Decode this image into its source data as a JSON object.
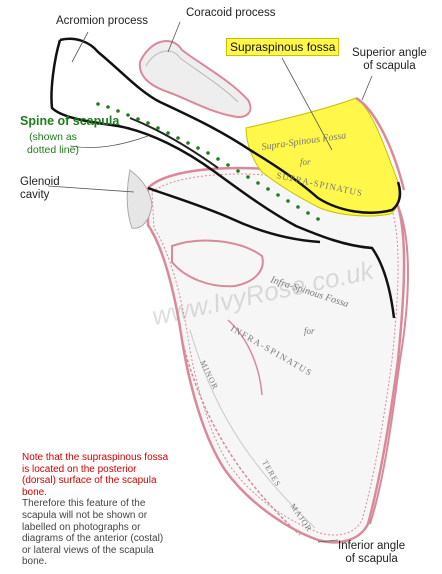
{
  "labels": {
    "acromion": "Acromion process",
    "coracoid": "Coracoid process",
    "supraspinous_fossa": "Supraspinous fossa",
    "superior_angle": "Superior angle\nof scapula",
    "spine_title": "Spine of scapula",
    "spine_sub": "(shown as\ndotted line)",
    "glenoid": "Glenoid\ncavity",
    "inferior_angle": "Inferior angle\nof scapula"
  },
  "note": {
    "red_text": "Note that the supraspinous fossa is located on the posterior (dorsal) surface of the scapula bone.",
    "grey_text": "Therefore this feature of the scapula will not be shown or labelled on photographs or diagrams of the anterior (costal) or lateral views of the scapula bone."
  },
  "bone_text": {
    "supra_1": "Supra-Spinous Fossa",
    "supra_2": "for",
    "supra_3": "SUPRA-SPINATUS",
    "infra_1": "Infra-Spinous Fossa",
    "infra_2": "for",
    "infra_3": "INFRA-SPINATUS",
    "minor": "MINOR",
    "teres": "TERES",
    "major": "MAJOR"
  },
  "watermark": "www.IvyRose.co.uk",
  "colors": {
    "highlight": "#fff84a",
    "spine_dots": "#1e7d1e",
    "outline": "#111111",
    "bone_edge": "#d98a9a",
    "note_red": "#d40000"
  }
}
